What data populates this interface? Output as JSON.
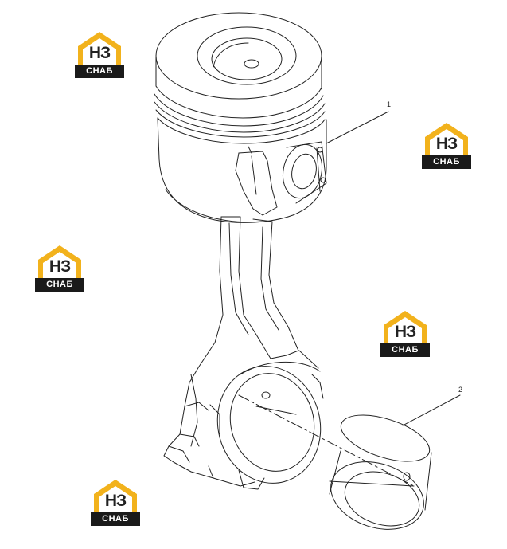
{
  "callouts": [
    {
      "label": "1"
    },
    {
      "label": "2"
    }
  ],
  "watermark": {
    "letters": "НЗ",
    "tag": "СНАБ",
    "accent_color": "#f2b21c",
    "dark_color": "#1a1a1a"
  },
  "parts": [
    "piston",
    "connecting-rod",
    "rod-bearing-shell"
  ]
}
